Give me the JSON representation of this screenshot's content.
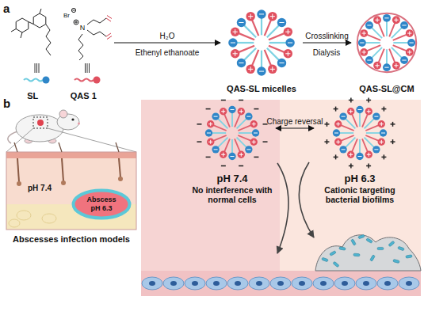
{
  "diagram": {
    "nodes": [
      {
        "text": [
          "SL",
          "QAS 1"
        ]
      },
      {
        "text": [
          "QAS-SL micelles"
        ]
      },
      {
        "text": [
          "QAS-SL@CM"
        ]
      },
      {
        "text": [
          "Abscess pH 6.3"
        ]
      },
      {
        "text": [
          "pH 7.4",
          "No interference with normal cells"
        ]
      },
      {
        "text": [
          "pH 6.3",
          "Cationic targeting bacterial biofilms"
        ]
      }
    ],
    "edges": [
      {
        "from": 0,
        "to": 1,
        "arrow": "to",
        "label": "H₂O"
      },
      {
        "from": 1,
        "to": 2,
        "arrow": "to",
        "label": "Crosslinking"
      },
      {
        "from": 4,
        "to": 5,
        "arrow": "both",
        "label": "Charge reversal"
      }
    ],
    "labels": [
      "a",
      "N",
      "Br",
      "Ethenyl ethanoate",
      "Dialysis",
      "b",
      "pH 7.4",
      "Abscesses infection models"
    ]
  }
}
